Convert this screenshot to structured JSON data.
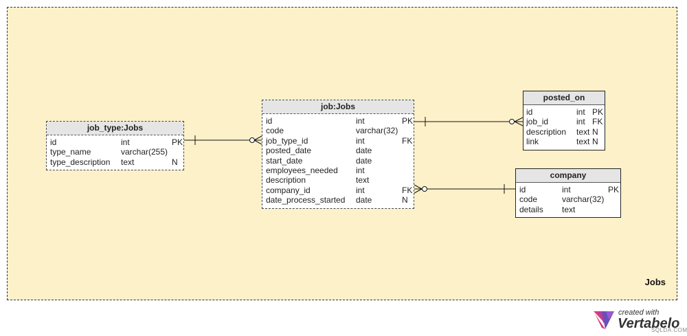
{
  "area": {
    "label": "Jobs"
  },
  "tables": {
    "job_type": {
      "title": "job_type:Jobs",
      "columns": [
        {
          "name": "id",
          "type": "int",
          "flag": "PK"
        },
        {
          "name": "type_name",
          "type": "varchar(255)",
          "flag": ""
        },
        {
          "name": "type_description",
          "type": "text",
          "flag": "N"
        }
      ]
    },
    "job": {
      "title": "job:Jobs",
      "columns": [
        {
          "name": "id",
          "type": "int",
          "flag": "PK"
        },
        {
          "name": "code",
          "type": "varchar(32)",
          "flag": ""
        },
        {
          "name": "job_type_id",
          "type": "int",
          "flag": "FK"
        },
        {
          "name": "posted_date",
          "type": "date",
          "flag": ""
        },
        {
          "name": "start_date",
          "type": "date",
          "flag": ""
        },
        {
          "name": "employees_needed",
          "type": "int",
          "flag": ""
        },
        {
          "name": "description",
          "type": "text",
          "flag": ""
        },
        {
          "name": "company_id",
          "type": "int",
          "flag": "FK"
        },
        {
          "name": "date_process_started",
          "type": "date",
          "flag": "N"
        }
      ]
    },
    "posted_on": {
      "title": "posted_on",
      "columns": [
        {
          "name": "id",
          "type": "int",
          "flag": "PK"
        },
        {
          "name": "job_id",
          "type": "int",
          "flag": "FK"
        },
        {
          "name": "description",
          "type": "text",
          "flag": "N"
        },
        {
          "name": "link",
          "type": "text",
          "flag": "N"
        }
      ]
    },
    "company": {
      "title": "company",
      "columns": [
        {
          "name": "id",
          "type": "int",
          "flag": "PK"
        },
        {
          "name": "code",
          "type": "varchar(32)",
          "flag": ""
        },
        {
          "name": "details",
          "type": "text",
          "flag": ""
        }
      ]
    }
  },
  "logo": {
    "line1": "created with",
    "line2": "Vertabelo",
    "watermark": "SQLDA.COM"
  },
  "colors": {
    "area_bg": "#fdf1c9",
    "header_bg": "#e5e5e5"
  }
}
